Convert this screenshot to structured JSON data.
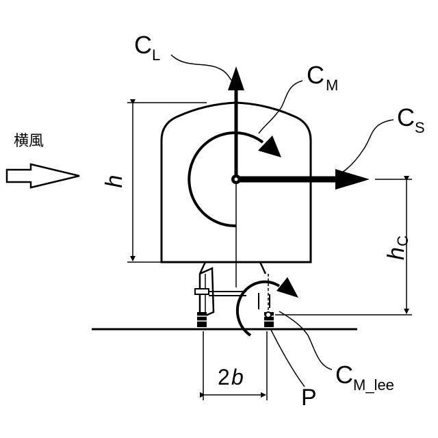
{
  "labels": {
    "wind": "横風",
    "h": "h",
    "hc_main": "h",
    "hc_sub": "C",
    "width": "2",
    "width_var": "b",
    "cl_main": "C",
    "cl_sub": "L",
    "cm_main": "C",
    "cm_sub": "M",
    "cs_main": "C",
    "cs_sub": "S",
    "cmlee_main": "C",
    "cmlee_sub": "M_lee",
    "p": "P"
  }
}
